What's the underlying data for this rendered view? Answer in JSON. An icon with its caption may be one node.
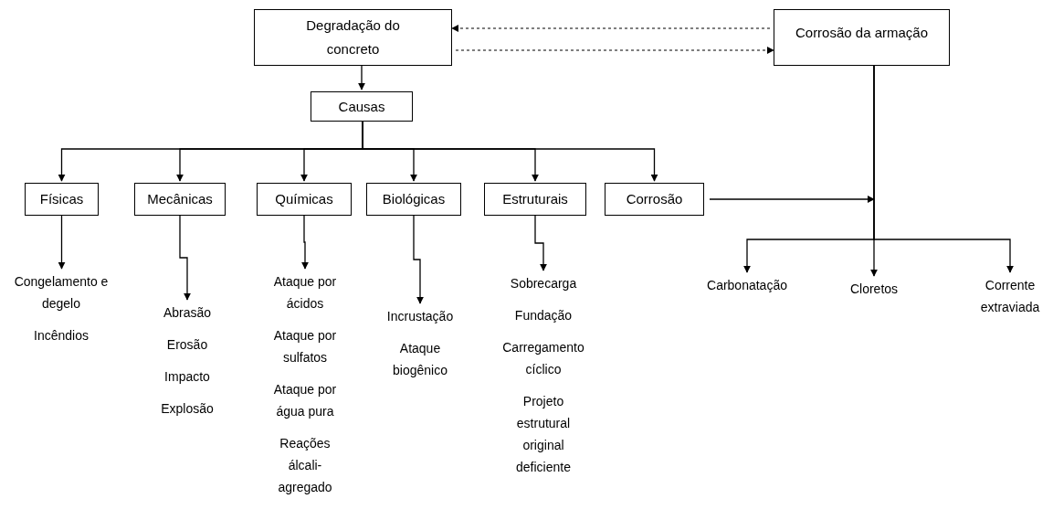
{
  "diagram": {
    "nodes": [
      {
        "text": [
          "Degradação do concreto"
        ]
      },
      {
        "text": [
          "Corrosão da armação"
        ]
      },
      {
        "text": [
          "Causas"
        ]
      },
      {
        "text": [
          "Físicas"
        ]
      },
      {
        "text": [
          "Mecânicas"
        ]
      },
      {
        "text": [
          "Químicas"
        ]
      },
      {
        "text": [
          "Biológicas"
        ]
      },
      {
        "text": [
          "Estruturais"
        ]
      },
      {
        "text": [
          "Corrosão"
        ]
      },
      {
        "text": [
          "Congelamento e degelo",
          "Incêndios"
        ]
      },
      {
        "text": [
          "Abrasão",
          "Erosão",
          "Impacto",
          "Explosão"
        ]
      },
      {
        "text": [
          "Ataque por ácidos",
          "Ataque por sulfatos",
          "Ataque por água pura",
          "Reações álcali-agregado"
        ]
      },
      {
        "text": [
          "Incrustação",
          "Ataque biogênico"
        ]
      },
      {
        "text": [
          "Sobrecarga",
          "Fundação",
          "Carregamento cíclico",
          "Projeto estrutural original deficiente"
        ]
      },
      {
        "text": [
          "Carbonatação"
        ]
      },
      {
        "text": [
          "Cloretos"
        ]
      },
      {
        "text": [
          "Corrente extraviada"
        ]
      }
    ],
    "edges": [
      {
        "from": 1,
        "to": 0,
        "arrow": "to",
        "style": "dashed"
      },
      {
        "from": 0,
        "to": 1,
        "arrow": "to",
        "style": "dashed"
      },
      {
        "from": 0,
        "to": 2,
        "arrow": "to"
      },
      {
        "from": 2,
        "to": 3,
        "arrow": "to"
      },
      {
        "from": 2,
        "to": 4,
        "arrow": "to"
      },
      {
        "from": 2,
        "to": 5,
        "arrow": "to"
      },
      {
        "from": 2,
        "to": 6,
        "arrow": "to"
      },
      {
        "from": 2,
        "to": 7,
        "arrow": "to"
      },
      {
        "from": 2,
        "to": 8,
        "arrow": "to"
      },
      {
        "from": 3,
        "to": 9,
        "arrow": "to"
      },
      {
        "from": 4,
        "to": 10,
        "arrow": "to"
      },
      {
        "from": 5,
        "to": 11,
        "arrow": "to"
      },
      {
        "from": 6,
        "to": 12,
        "arrow": "to"
      },
      {
        "from": 7,
        "to": 13,
        "arrow": "to"
      },
      {
        "from": 8,
        "to": null,
        "arrow": "to"
      },
      {
        "from": 1,
        "to": 14,
        "arrow": "to"
      },
      {
        "from": 1,
        "to": 15,
        "arrow": "to"
      },
      {
        "from": 1,
        "to": 16,
        "arrow": "to"
      }
    ]
  }
}
